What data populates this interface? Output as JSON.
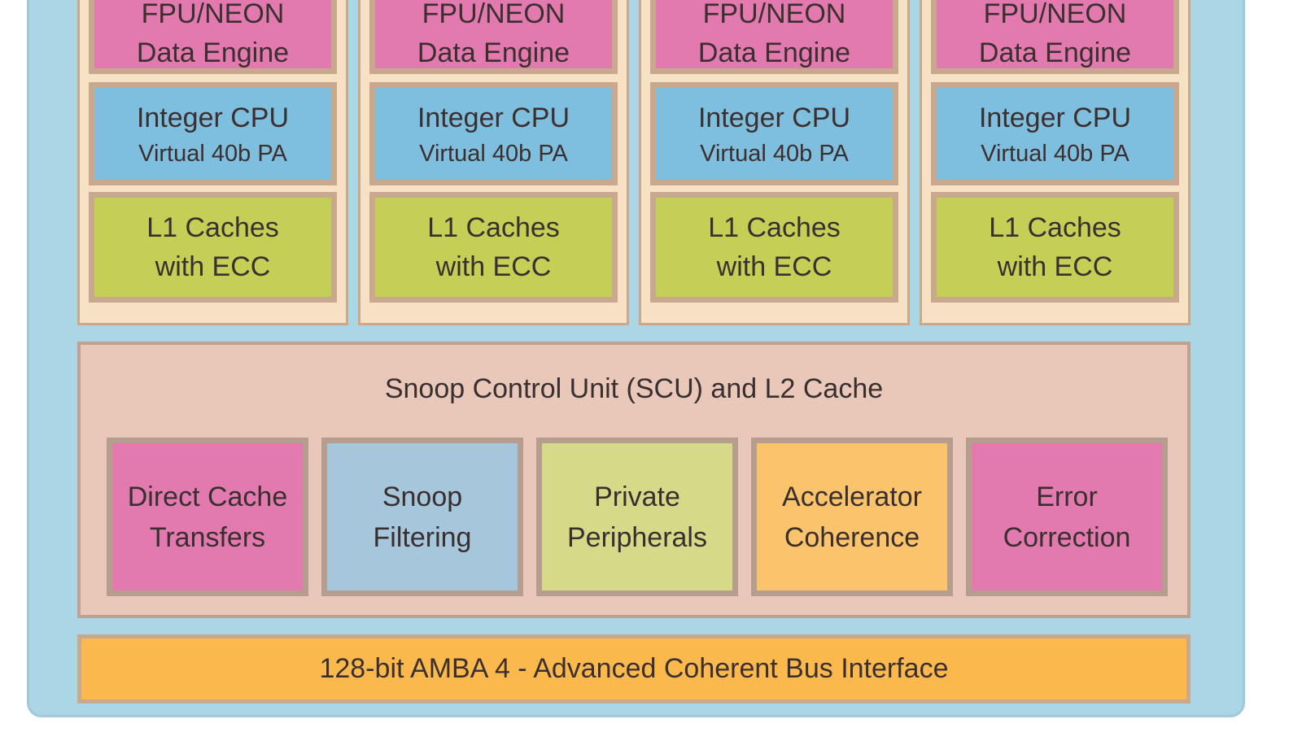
{
  "cores": [
    {
      "fpu": [
        "FPU/NEON",
        "Data Engine"
      ],
      "cpu": [
        "Integer CPU",
        "Virtual 40b PA"
      ],
      "l1": [
        "L1 Caches",
        "with ECC"
      ]
    },
    {
      "fpu": [
        "FPU/NEON",
        "Data Engine"
      ],
      "cpu": [
        "Integer CPU",
        "Virtual 40b PA"
      ],
      "l1": [
        "L1 Caches",
        "with ECC"
      ]
    },
    {
      "fpu": [
        "FPU/NEON",
        "Data Engine"
      ],
      "cpu": [
        "Integer CPU",
        "Virtual 40b PA"
      ],
      "l1": [
        "L1 Caches",
        "with ECC"
      ]
    },
    {
      "fpu": [
        "FPU/NEON",
        "Data Engine"
      ],
      "cpu": [
        "Integer CPU",
        "Virtual 40b PA"
      ],
      "l1": [
        "L1 Caches",
        "with ECC"
      ]
    }
  ],
  "scu": {
    "title": "Snoop Control Unit (SCU) and L2 Cache",
    "units": [
      {
        "lines": [
          "Direct Cache",
          "Transfers"
        ],
        "color": "#e37aaf"
      },
      {
        "lines": [
          "Snoop",
          "Filtering"
        ],
        "color": "#a6c6db"
      },
      {
        "lines": [
          "Private",
          "Peripherals"
        ],
        "color": "#d6d987"
      },
      {
        "lines": [
          "Accelerator",
          "Coherence"
        ],
        "color": "#fbc36b"
      },
      {
        "lines": [
          "Error",
          "Correction"
        ],
        "color": "#e37aaf"
      }
    ]
  },
  "bus": {
    "label": "128-bit AMBA 4 - Advanced Coherent Bus Interface"
  },
  "colors": {
    "background": "#abd6e6",
    "fpu": "#e37aaf",
    "cpu": "#7ebfdf",
    "l1": "#c4cf55",
    "scu": "#e9c8b9",
    "bus": "#fbb94d"
  }
}
